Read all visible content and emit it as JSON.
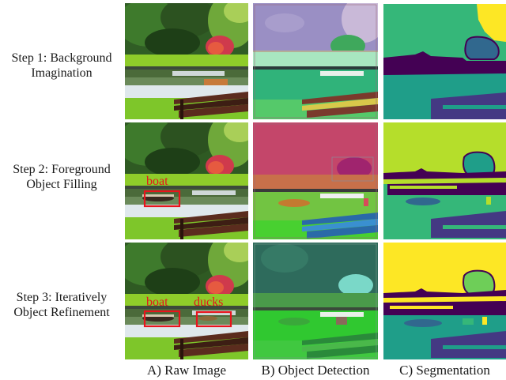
{
  "figure": {
    "rows": [
      {
        "step": "Step 1:",
        "line1_rest": " Background",
        "line2": "Imagination"
      },
      {
        "step": "Step 2:",
        "line1_rest": " Foreground",
        "line2": "Object Filling"
      },
      {
        "step": "Step 3:",
        "line1_rest": " Iteratively",
        "line2": "Object Refinement"
      }
    ],
    "columns": [
      {
        "caption": "A) Raw Image"
      },
      {
        "caption": "B) Object Detection"
      },
      {
        "caption": "C) Segmentation"
      }
    ],
    "annotations": {
      "row2": [
        {
          "label": "boat"
        }
      ],
      "row3": [
        {
          "label": "boat"
        },
        {
          "label": "ducks"
        }
      ]
    },
    "colors": {
      "annotation_red": "#e8141c",
      "seg_yellow": "#fde725",
      "seg_lime": "#b5de2b",
      "seg_green": "#35b779",
      "seg_light_green": "#6ece58",
      "seg_teal": "#1f9e89",
      "seg_blue": "#31688e",
      "seg_indigo": "#443983",
      "seg_dark": "#440154",
      "det_row1_sky": "#9a8fc4",
      "det_row2_sky": "#c4466a",
      "det_row3_sky": "#2e6b5c"
    }
  }
}
